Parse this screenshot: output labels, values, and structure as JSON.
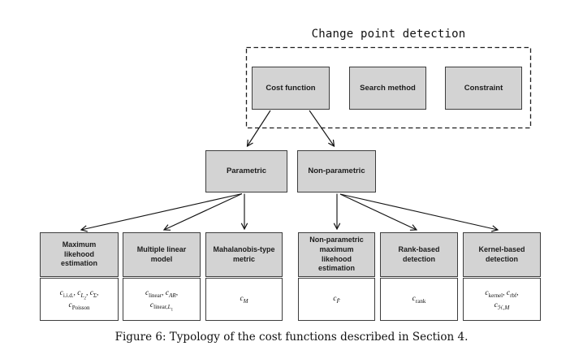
{
  "title": "Change point detection",
  "caption": "Figure 6: Typology of the cost functions described in Section 4.",
  "level1": [
    {
      "label": "Cost function"
    },
    {
      "label": "Search method"
    },
    {
      "label": "Constraint"
    }
  ],
  "level2": [
    {
      "label": "Parametric"
    },
    {
      "label": "Non-parametric"
    }
  ],
  "level3": [
    {
      "label": "Maximum\nlikehood\nestimation",
      "costs": [
        "c_{i.i.d.}, c_{*L*_{2}}, c_{Σ},",
        "c_{Poisson}"
      ]
    },
    {
      "label": "Multiple linear\nmodel",
      "costs": [
        "c_{linear}, c_{*AR*},",
        "c_{linear,*L*_{1}}"
      ]
    },
    {
      "label": "Mahalanobis-type\nmetric",
      "costs": [
        "c_{*M*}"
      ]
    },
    {
      "label": "Non-parametric\nmaximum\nlikehood\nestimation",
      "costs": [
        "c_{*F̂*}"
      ]
    },
    {
      "label": "Rank-based\ndetection",
      "costs": [
        "c_{rank}"
      ]
    },
    {
      "label": "Kernel-based\ndetection",
      "costs": [
        "c_{kernel}, c_{rbf},",
        "c_{ℋ,*M*}"
      ]
    }
  ],
  "colors": {
    "background": "#ffffff",
    "node_fill": "#d3d3d3",
    "node_border": "#3d3d3d",
    "arrow": "#141414",
    "text": "#1a1a1a"
  }
}
